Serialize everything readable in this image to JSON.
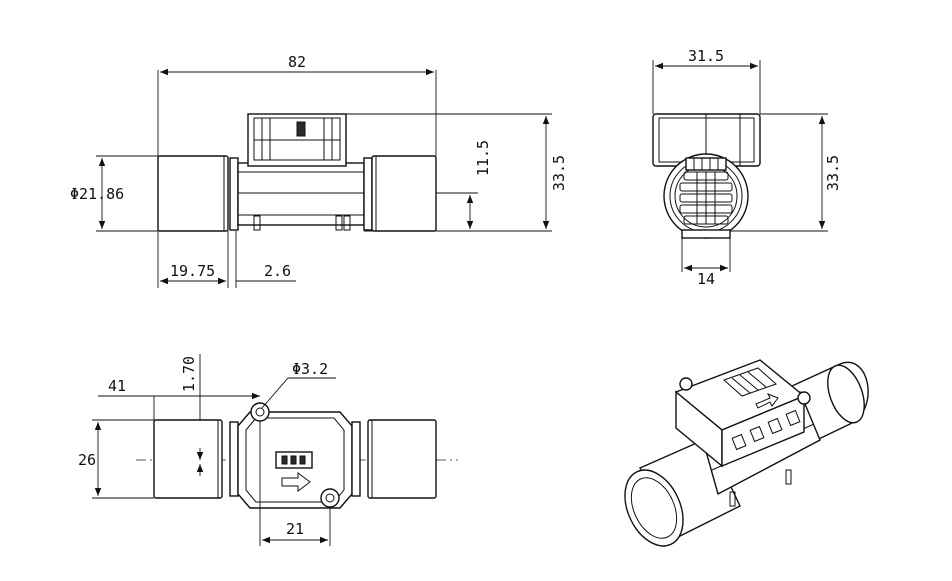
{
  "dimensions": {
    "front_length": "82",
    "front_diameter": "Φ21.86",
    "front_pipe_length": "19.75",
    "front_gap": "2.6",
    "front_axis_offset": "11.5",
    "front_height": "33.5",
    "side_width": "31.5",
    "side_height": "33.5",
    "side_connector_width": "14",
    "top_half_length": "41",
    "top_offset": "1.70",
    "top_hole": "Φ3.2",
    "top_width": "26",
    "top_hole_spacing": "21"
  }
}
